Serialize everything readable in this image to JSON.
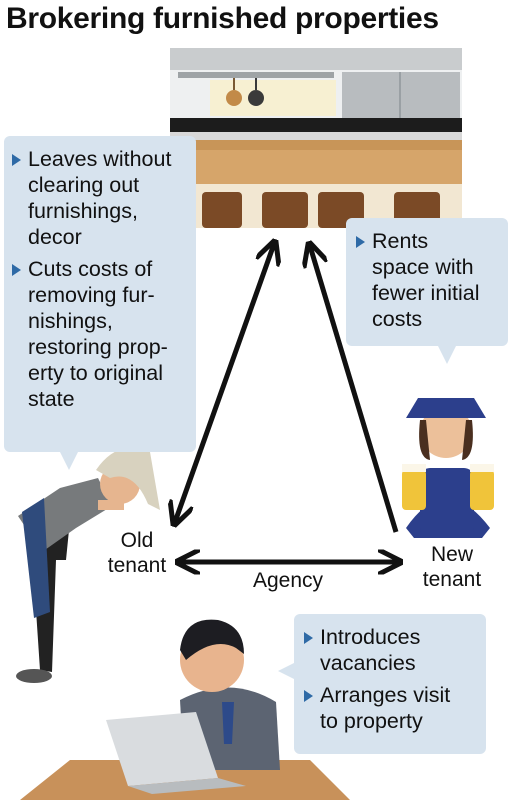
{
  "title": "Brokering furnished properties",
  "old_tenant_bubble": {
    "items": [
      "Leaves without\nclearing out\nfurnishings,\ndecor",
      "Cuts costs of\nremoving fur-\nnishings,\nrestoring prop-\nerty to original\nstate"
    ]
  },
  "new_tenant_bubble": {
    "items": [
      "Rents\nspace with\nfewer initial\ncosts"
    ]
  },
  "agency_bubble": {
    "items": [
      "Introduces\nvacancies",
      "Arranges visit\nto property"
    ]
  },
  "labels": {
    "old_tenant": "Old\ntenant",
    "new_tenant": "New\ntenant",
    "agency": "Agency"
  },
  "colors": {
    "bubble_fill": "#d7e3ee",
    "bullet": "#2e6aa6",
    "arrow": "#111111"
  },
  "icons": [
    "restaurant-interior-illustration",
    "old-tenant-bowing-illustration",
    "new-tenant-waiter-illustration",
    "agent-at-laptop-illustration"
  ]
}
